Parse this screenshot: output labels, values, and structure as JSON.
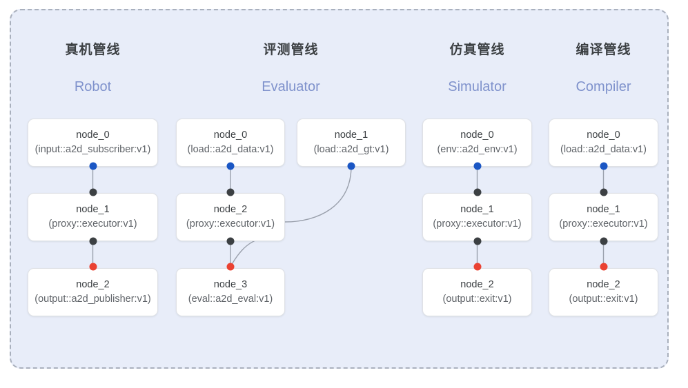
{
  "diagram": {
    "background_color": "#e8edf9",
    "panel_border_color": "#a9b0bd",
    "edge_color": "#9aa0ac",
    "dot_colors": {
      "input": "#1a56c4",
      "middle": "#3c4043",
      "output": "#ea4232"
    }
  },
  "columns": [
    {
      "title": "真机管线",
      "subtitle": "Robot",
      "nodes": [
        {
          "name": "node_0",
          "spec": "(input::a2d_subscriber:v1)"
        },
        {
          "name": "node_1",
          "spec": "(proxy::executor:v1)"
        },
        {
          "name": "node_2",
          "spec": "(output::a2d_publisher:v1)"
        }
      ]
    },
    {
      "title": "评测管线",
      "subtitle": "Evaluator",
      "nodes": [
        {
          "name": "node_0",
          "spec": "(load::a2d_data:v1)"
        },
        {
          "name": "node_1",
          "spec": "(load::a2d_gt:v1)"
        },
        {
          "name": "node_2",
          "spec": "(proxy::executor:v1)"
        },
        {
          "name": "node_3",
          "spec": "(eval::a2d_eval:v1)"
        }
      ]
    },
    {
      "title": "仿真管线",
      "subtitle": "Simulator",
      "nodes": [
        {
          "name": "node_0",
          "spec": "(env::a2d_env:v1)"
        },
        {
          "name": "node_1",
          "spec": "(proxy::executor:v1)"
        },
        {
          "name": "node_2",
          "spec": "(output::exit:v1)"
        }
      ]
    },
    {
      "title": "编译管线",
      "subtitle": "Compiler",
      "nodes": [
        {
          "name": "node_0",
          "spec": "(load::a2d_data:v1)"
        },
        {
          "name": "node_1",
          "spec": "(proxy::executor:v1)"
        },
        {
          "name": "node_2",
          "spec": "(output::exit:v1)"
        }
      ]
    }
  ]
}
